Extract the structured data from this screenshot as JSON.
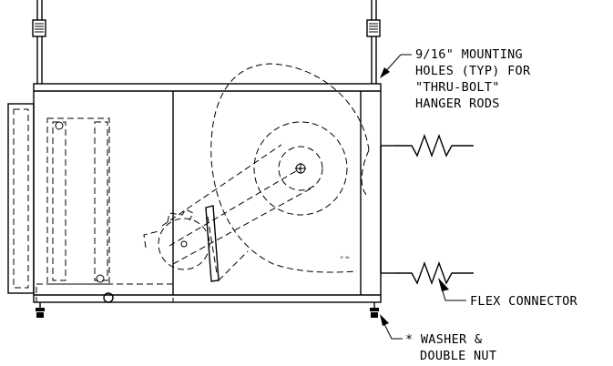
{
  "callouts": {
    "mounting": [
      "9/16\" MOUNTING",
      "HOLES (TYP) FOR",
      "\"THRU-BOLT\"",
      "HANGER RODS"
    ],
    "flex": "FLEX CONNECTOR",
    "washer": [
      "* WASHER &",
      "DOUBLE NUT"
    ]
  },
  "stamp": "1F 00"
}
